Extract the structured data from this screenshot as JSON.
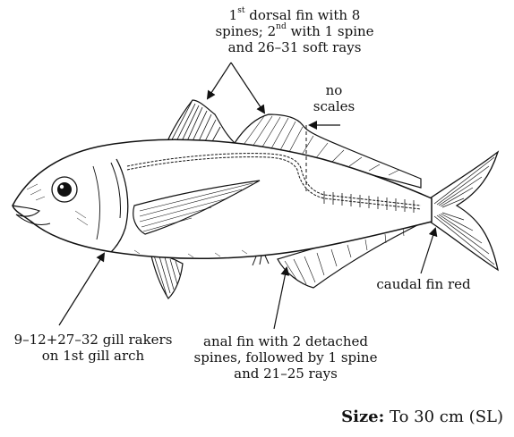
{
  "labels": {
    "dorsal": {
      "line1_a": "1",
      "line1_sup": "st",
      "line1_b": " dorsal fin with 8",
      "line2_a": "spines; 2",
      "line2_sup": "nd",
      "line2_b": " with 1 spine",
      "line3": "and 26–31 soft rays"
    },
    "scales": {
      "line1": "no",
      "line2": "scales"
    },
    "caudal": "caudal fin red",
    "gill": {
      "line1": "9–12+27–32 gill rakers",
      "line2": "on 1st gill arch"
    },
    "anal": {
      "line1": "anal fin with 2 detached",
      "line2": "spines, followed by 1 spine",
      "line3": "and 21–25 rays"
    }
  },
  "size": {
    "label": "Size:",
    "value": " To 30 cm (SL)"
  }
}
